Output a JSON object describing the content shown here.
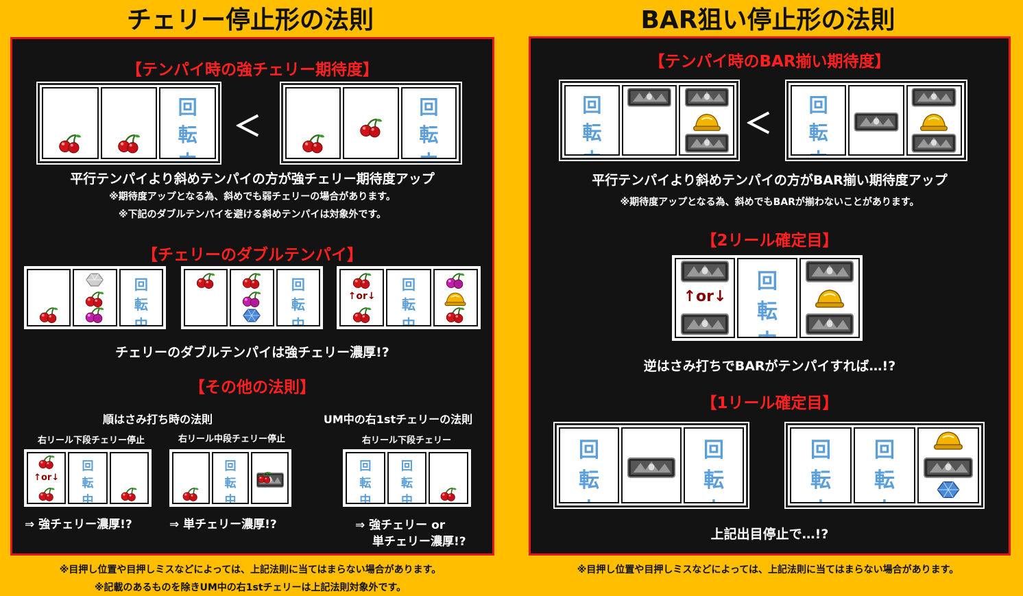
{
  "left": {
    "title": "チェリー停止形の法則",
    "sec1": "【テンパイ時の強チェリー期待度】",
    "compare": "＜",
    "line1": "平行テンパイより斜めテンパイの方が強チェリー期待度アップ",
    "note1": "※期待度アップとなる為、斜めでも弱チェリーの場合があります。",
    "note2": "※下記のダブルテンパイを避ける斜めテンパイは対象外です。",
    "sec2": "【チェリーのダブルテンパイ】",
    "line2": "チェリーのダブルテンパイは強チェリー濃厚!?",
    "sec3": "【その他の法則】",
    "sub_a": "順はさみ打ち時の法則",
    "sub_b": "UM中の右1stチェリーの法則",
    "cap1": "右リール下段チェリー停止",
    "cap2": "右リール中段チェリー停止",
    "cap3": "右リール下段チェリー",
    "res1": "⇒ 強チェリー濃厚!?",
    "res2": "⇒ 単チェリー濃厚!?",
    "res3a": "⇒ 強チェリー or",
    "res3b": "単チェリー濃厚!?",
    "foot1": "※目押し位置や目押しミスなどによっては、上記法則に当てはまらない場合があります。",
    "foot2": "※記載のあるものを除きUM中の右1stチェリーは上記法則対象外です。"
  },
  "right": {
    "title": "BAR狙い停止形の法則",
    "sec1": "【テンパイ時のBAR揃い期待度】",
    "compare": "＜",
    "line1": "平行テンパイより斜めテンパイの方がBAR揃い期待度アップ",
    "note1": "※期待度アップとなる為、斜めでもBARが揃わないことがあります。",
    "sec2": "【2リール確定目】",
    "line2": "逆はさみ打ちでBARがテンパイすれば…!?",
    "sec3": "【1リール確定目】",
    "line3": "上記出目停止で…!?",
    "foot1": "※目押し位置や目押しミスなどによっては、上記法則に当てはまらない場合があります。"
  },
  "reel": {
    "rotating": [
      "回",
      "転",
      "中"
    ],
    "updown": "↑or↓"
  },
  "colors": {
    "background": "#FFBE00",
    "panel": "#131313",
    "border": "#E8141B",
    "heading": "#FF2020",
    "rotating": "#5B9ED8"
  }
}
